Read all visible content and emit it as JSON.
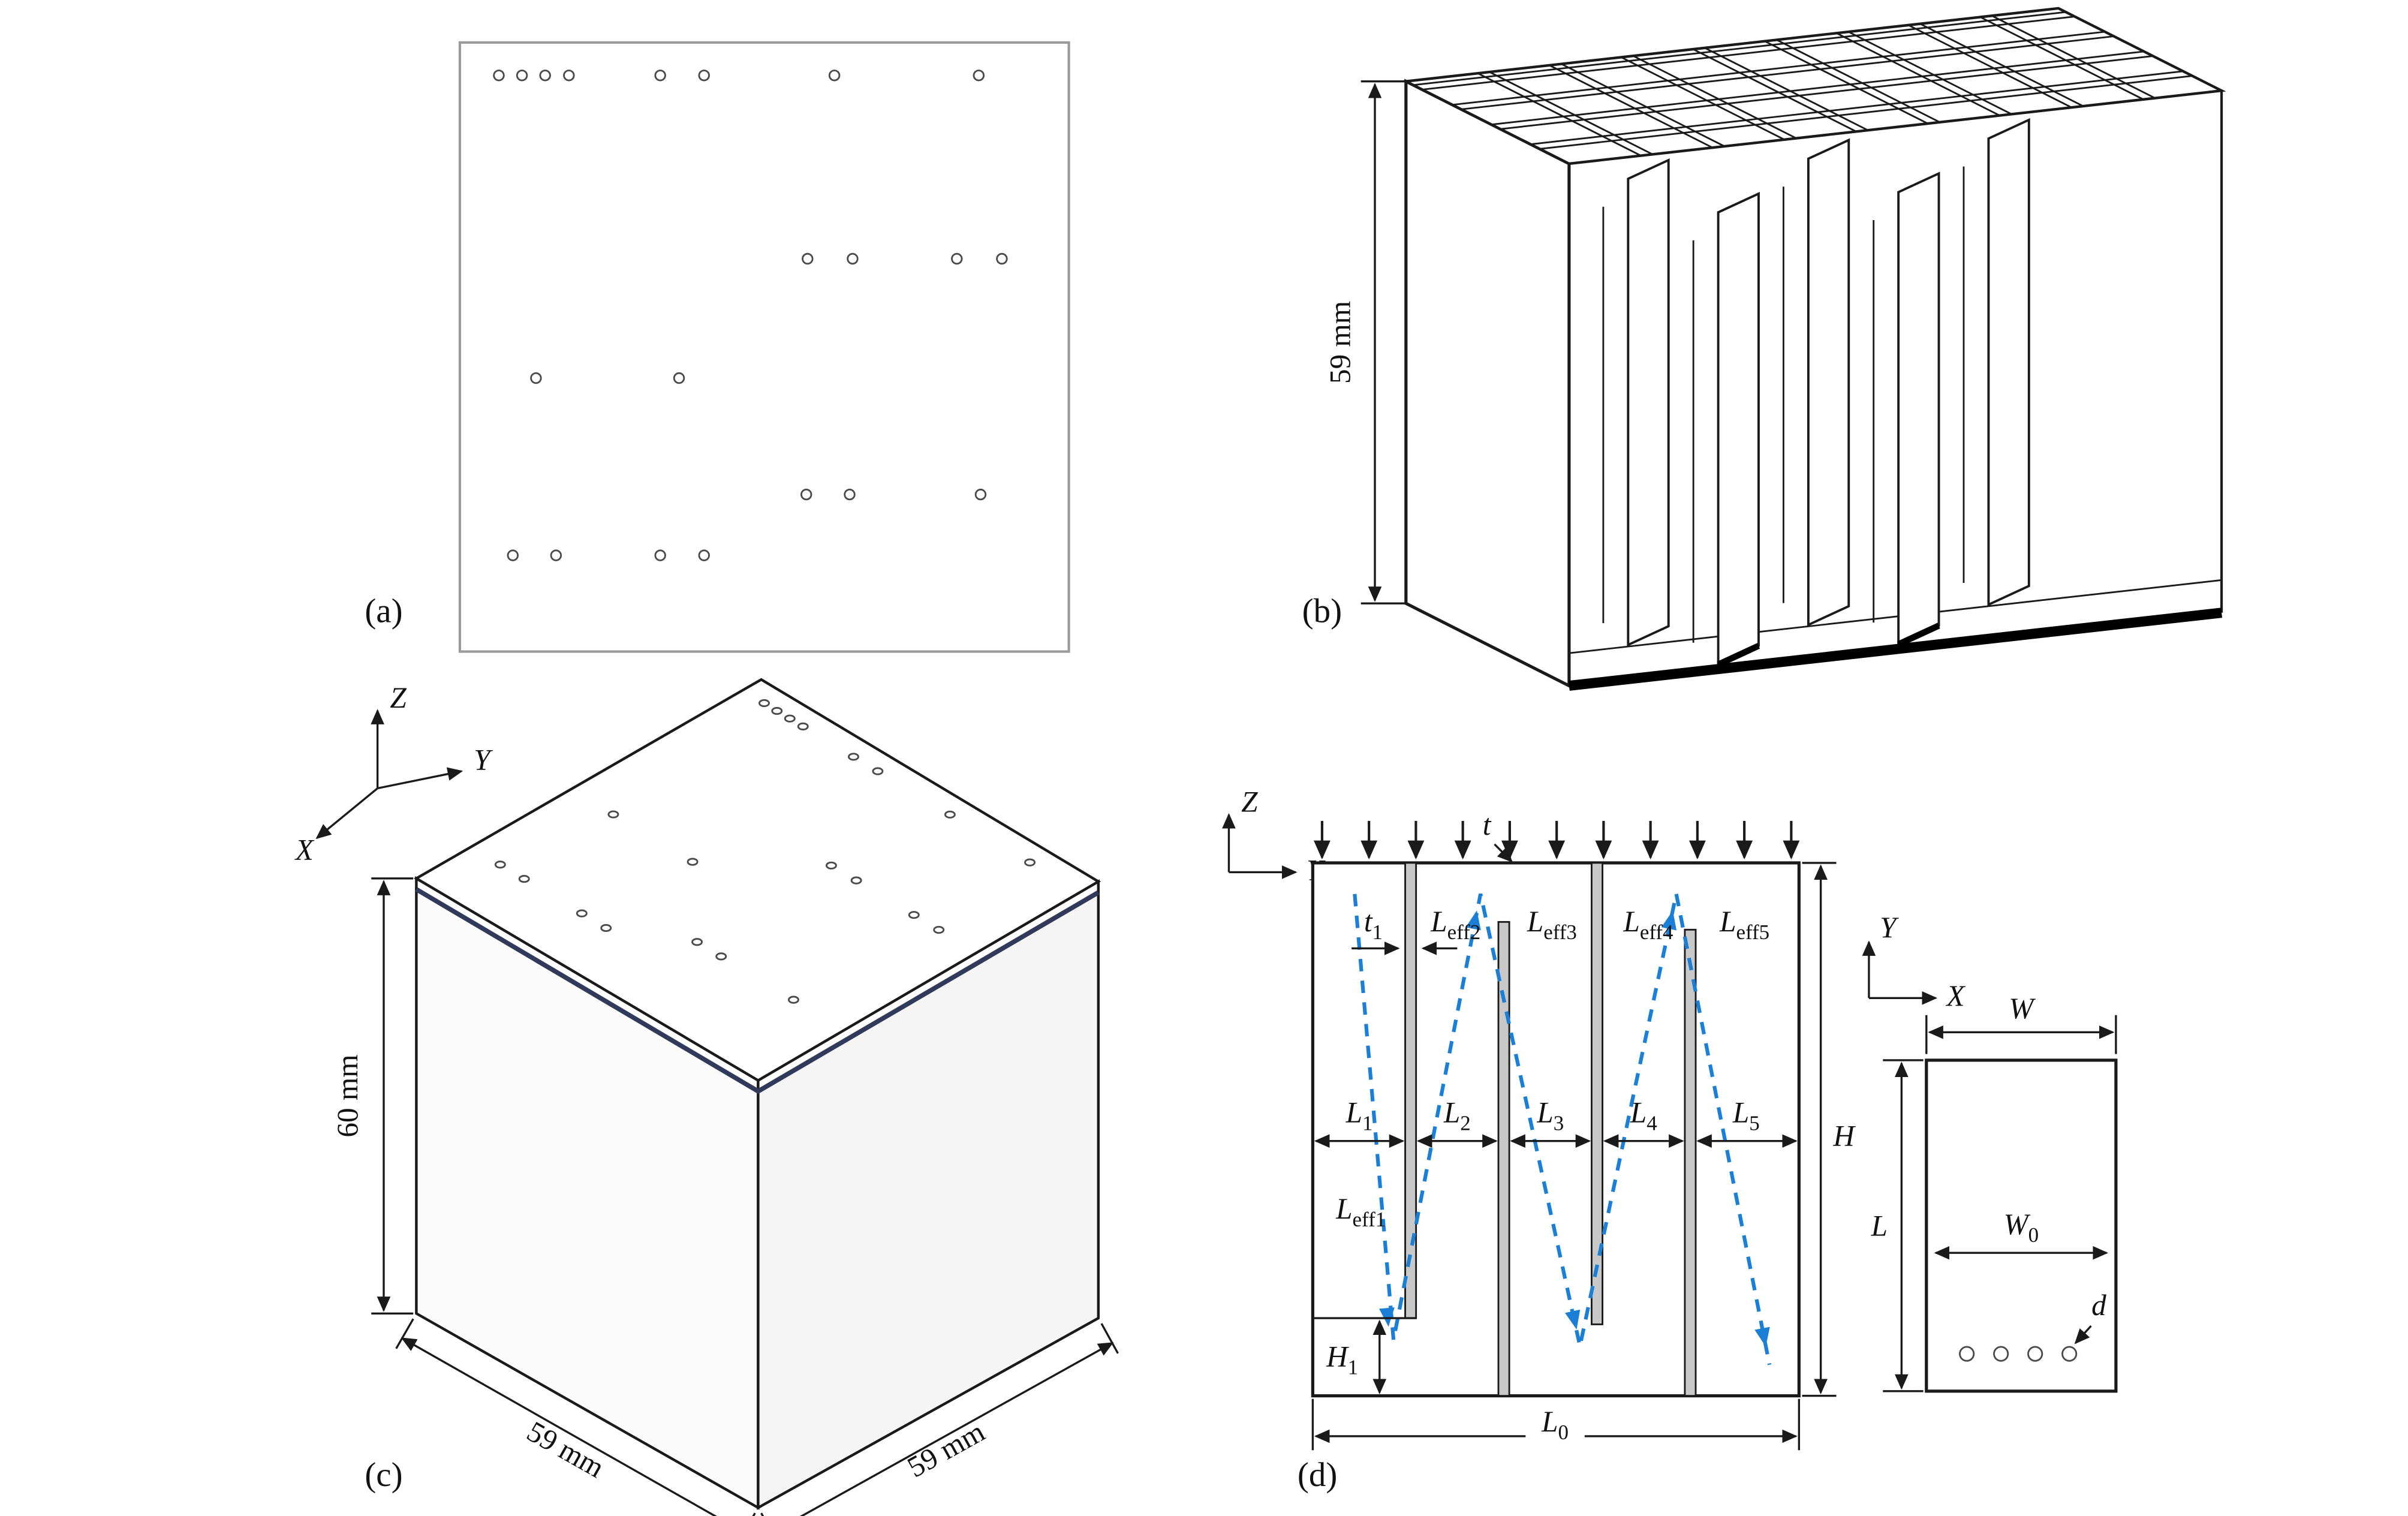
{
  "figure": {
    "background": "#ffffff",
    "line_color": "#1a1a1a",
    "accent_blue": "#1b7fd6",
    "plate_gray": "#c8c8c8",
    "panel_a": {
      "label": "(a)"
    },
    "panel_b": {
      "label": "(b)",
      "height_dim": "59 mm"
    },
    "panel_c": {
      "label": "(c)",
      "height_dim": "60 mm",
      "left_edge_dim": "59 mm",
      "right_edge_dim": "59 mm",
      "axis_x": "X",
      "axis_y": "Y",
      "axis_z": "Z"
    },
    "panel_d": {
      "label": "(d)",
      "axis_z": "Z",
      "axis_y": "Y",
      "t": "t",
      "t1": {
        "b": "t",
        "s": "1"
      },
      "leff1": {
        "b": "L",
        "s": "eff1"
      },
      "leff2": {
        "b": "L",
        "s": "eff2"
      },
      "leff3": {
        "b": "L",
        "s": "eff3"
      },
      "leff4": {
        "b": "L",
        "s": "eff4"
      },
      "leff5": {
        "b": "L",
        "s": "eff5"
      },
      "l1": {
        "b": "L",
        "s": "1"
      },
      "l2": {
        "b": "L",
        "s": "2"
      },
      "l3": {
        "b": "L",
        "s": "3"
      },
      "l4": {
        "b": "L",
        "s": "4"
      },
      "l5": {
        "b": "L",
        "s": "5"
      },
      "h": "H",
      "h1": {
        "b": "H",
        "s": "1"
      },
      "l0": {
        "b": "L",
        "s": "0"
      },
      "side": {
        "axis_y": "Y",
        "axis_x": "X",
        "w": "W",
        "w0": {
          "b": "W",
          "s": "0"
        },
        "l": "L",
        "d": "d"
      }
    }
  }
}
